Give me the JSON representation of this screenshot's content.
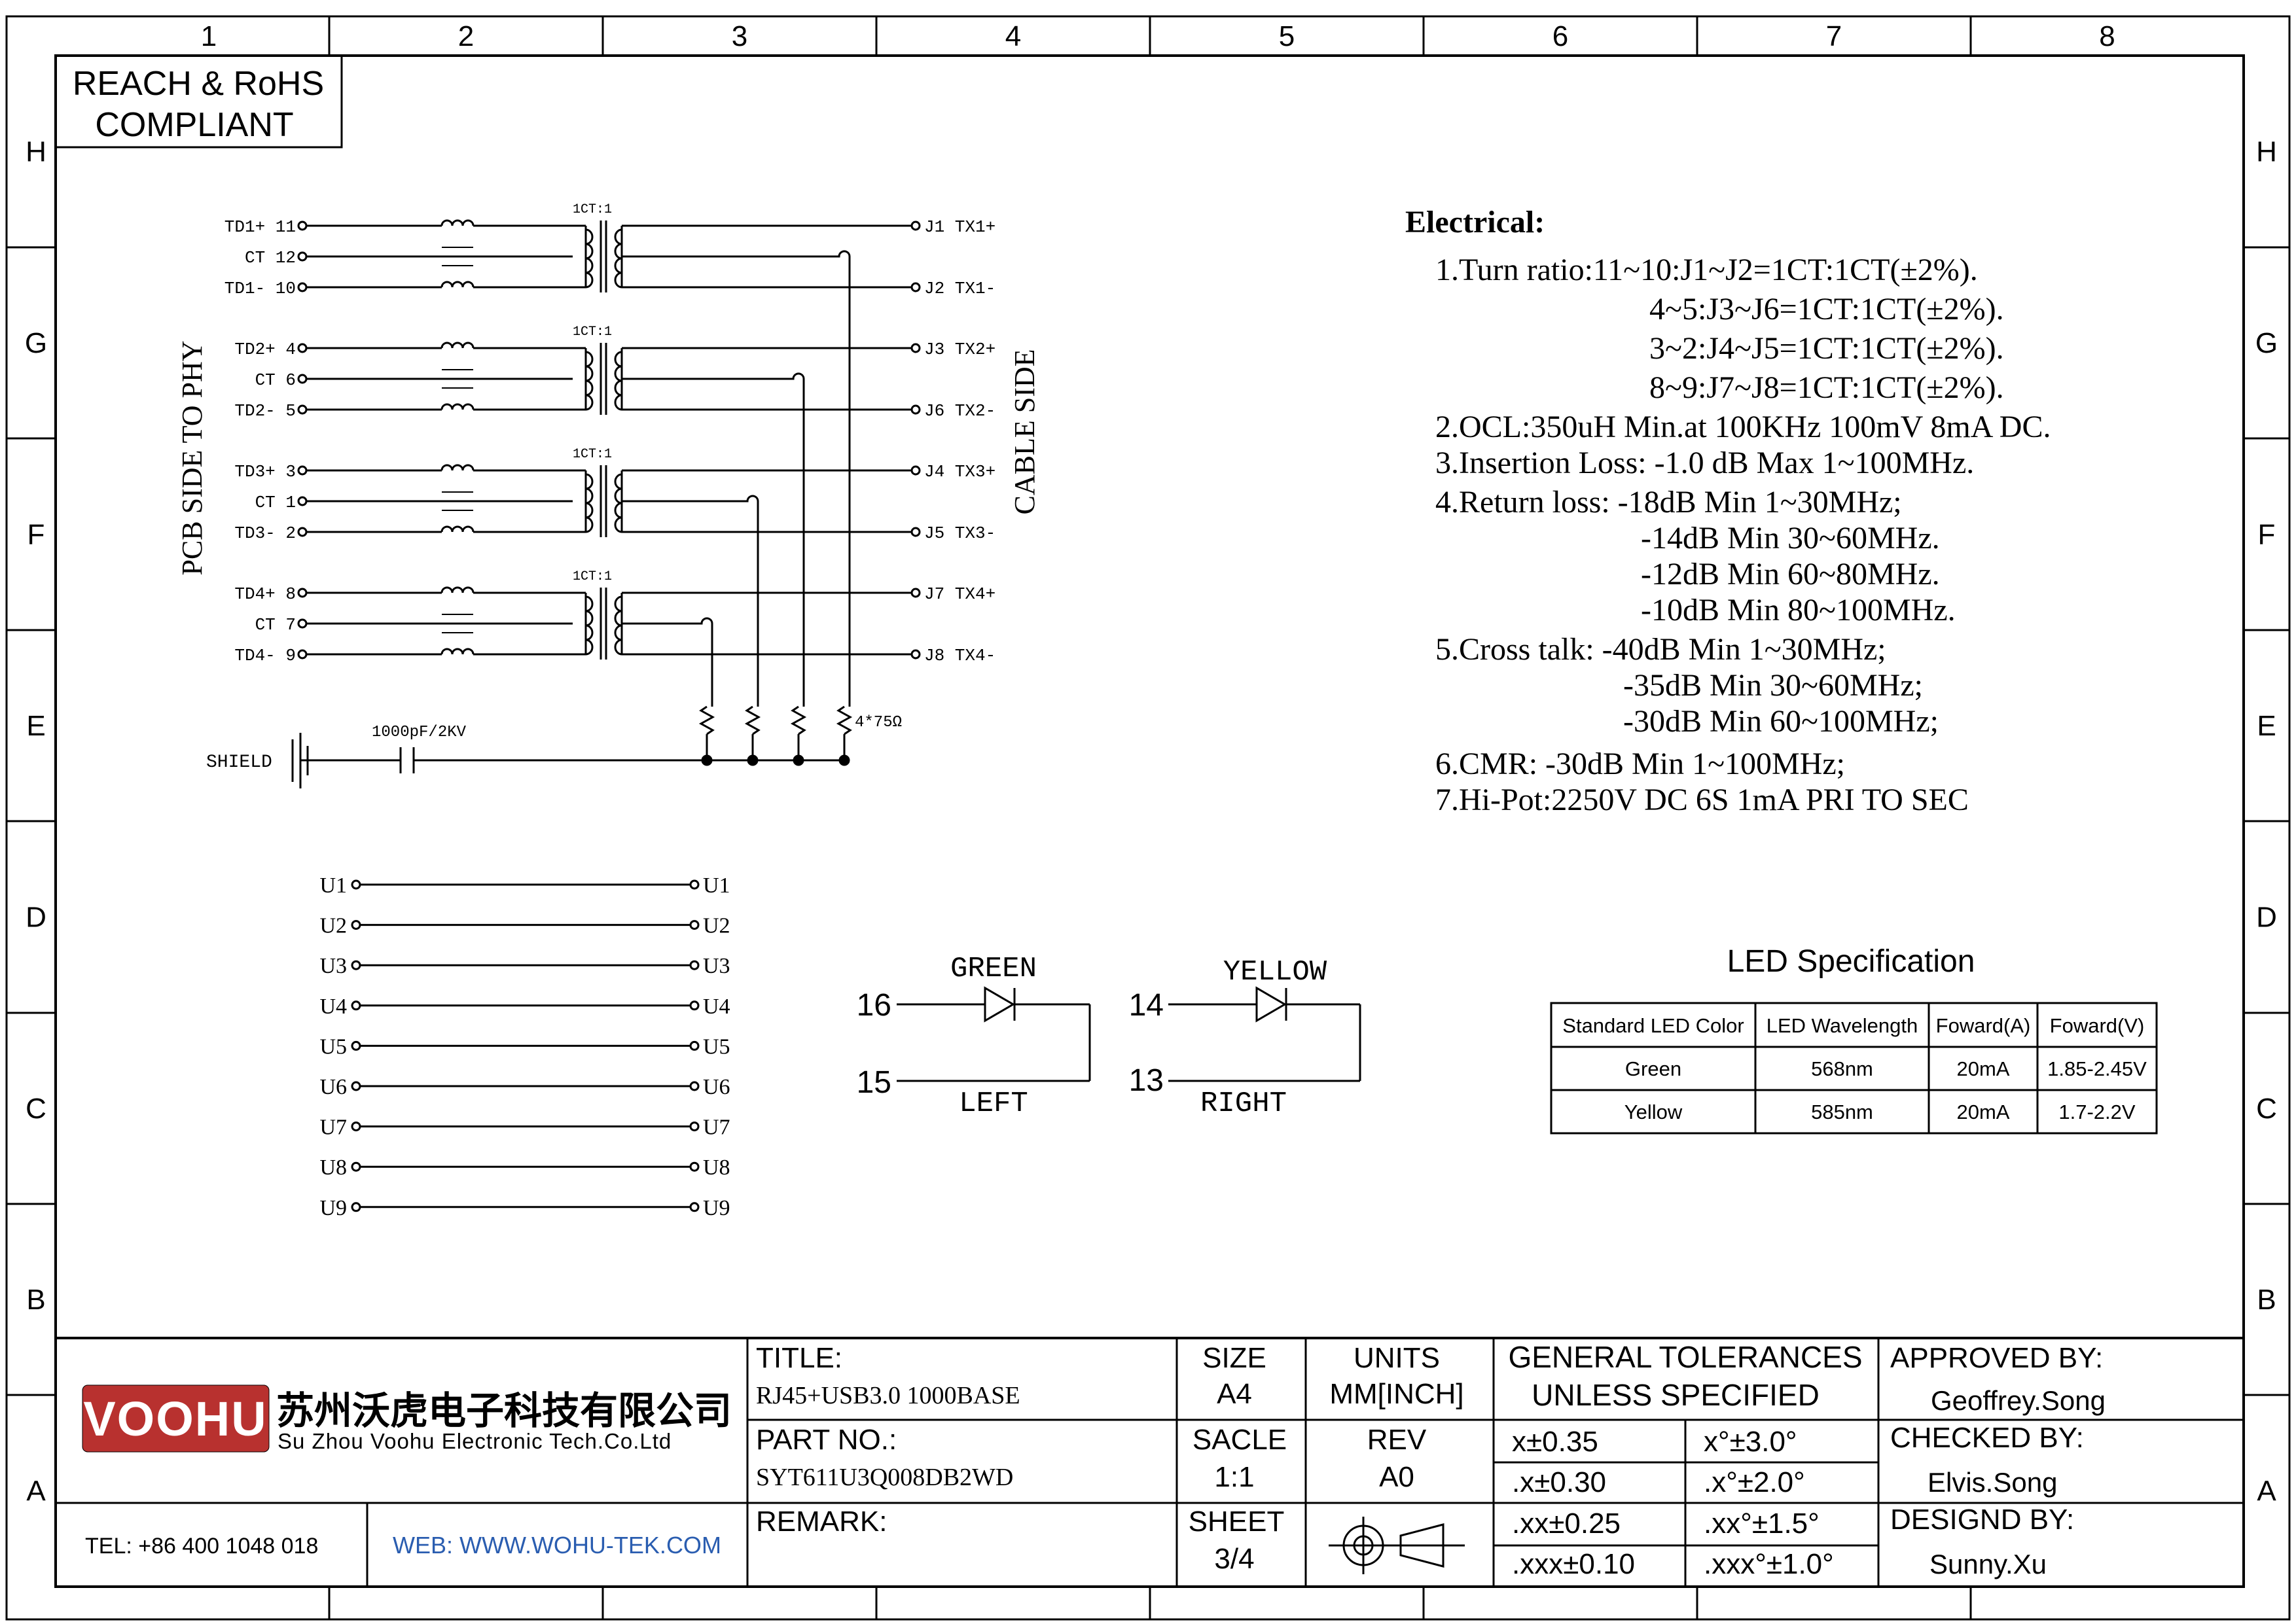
{
  "border": {
    "columns": [
      "1",
      "2",
      "3",
      "4",
      "5",
      "6",
      "7",
      "8"
    ],
    "rows": [
      "H",
      "G",
      "F",
      "E",
      "D",
      "C",
      "B",
      "A"
    ]
  },
  "compliance": {
    "line1": "REACH & RoHS",
    "line2": "COMPLIANT"
  },
  "schematic": {
    "left_side_label": "PCB SIDE TO PHY",
    "right_side_label": "CABLE SIDE",
    "channels": [
      {
        "ratio": "1CT:1",
        "pins": [
          "TD1+ 11",
          "CT  12",
          "TD1- 10"
        ],
        "out": [
          "J1  TX1+",
          "J2  TX1-"
        ]
      },
      {
        "ratio": "1CT:1",
        "pins": [
          "TD2+ 4",
          "CT  6",
          "TD2- 5"
        ],
        "out": [
          "J3  TX2+",
          "J6  TX2-"
        ]
      },
      {
        "ratio": "1CT:1",
        "pins": [
          "TD3+ 3",
          "CT  1",
          "TD3- 2"
        ],
        "out": [
          "J4  TX3+",
          "J5  TX3-"
        ]
      },
      {
        "ratio": "1CT:1",
        "pins": [
          "TD4+ 8",
          "CT  7",
          "TD4- 9"
        ],
        "out": [
          "J7  TX4+",
          "J8  TX4-"
        ]
      }
    ],
    "resistor_label": "4*75Ω",
    "shield_label": "SHIELD",
    "cap_label": "1000pF/2KV",
    "usb_pins": [
      "U1",
      "U2",
      "U3",
      "U4",
      "U5",
      "U6",
      "U7",
      "U8",
      "U9"
    ]
  },
  "leds": {
    "left": {
      "color": "GREEN",
      "pin_a": "16",
      "pin_b": "15",
      "position": "LEFT"
    },
    "right": {
      "color": "YELLOW",
      "pin_a": "14",
      "pin_b": "13",
      "position": "RIGHT"
    }
  },
  "electrical": {
    "heading": "Electrical:",
    "lines": [
      "1.Turn ratio:11~10:J1~J2=1CT:1CT(±2%).",
      "4~5:J3~J6=1CT:1CT(±2%).",
      "3~2:J4~J5=1CT:1CT(±2%).",
      "8~9:J7~J8=1CT:1CT(±2%).",
      "2.OCL:350uH Min.at 100KHz 100mV 8mA DC.",
      "3.Insertion Loss: -1.0 dB Max 1~100MHz.",
      "4.Return loss: -18dB Min 1~30MHz;",
      "-14dB Min 30~60MHz.",
      "-12dB Min 60~80MHz.",
      "-10dB Min 80~100MHz.",
      "5.Cross talk: -40dB Min 1~30MHz;",
      "-35dB Min 30~60MHz;",
      "-30dB Min 60~100MHz;",
      "6.CMR: -30dB Min 1~100MHz;",
      "7.Hi-Pot:2250V DC 6S 1mA PRI TO SEC"
    ]
  },
  "led_spec": {
    "title": "LED Specification",
    "headers": [
      "Standard LED Color",
      "LED Wavelength",
      "Foward(A)",
      "Foward(V)"
    ],
    "rows": [
      [
        "Green",
        "568nm",
        "20mA",
        "1.85-2.45V"
      ],
      [
        "Yellow",
        "585nm",
        "20mA",
        "1.7-2.2V"
      ]
    ]
  },
  "title_block": {
    "logo_text": "VOOHU",
    "company_cn": "苏州沃虎电子科技有限公司",
    "company_en": "Su Zhou Voohu Electronic Tech.Co.Ltd",
    "tel": "TEL: +86 400 1048 018",
    "web": "WEB: WWW.WOHU-TEK.COM",
    "title_label": "TITLE:",
    "title_value": "RJ45+USB3.0 1000BASE",
    "part_label": "PART NO.:",
    "part_value": "SYT611U3Q008DB2WD",
    "remark_label": "REMARK:",
    "size_label": "SIZE",
    "size_value": "A4",
    "units_label": "UNITS",
    "units_value": "MM[INCH]",
    "scale_label": "SACLE",
    "scale_value": "1:1",
    "rev_label": "REV",
    "rev_value": "A0",
    "sheet_label": "SHEET",
    "sheet_value": "3/4",
    "tol_line1": "GENERAL TOLERANCES",
    "tol_line2": "UNLESS SPECIFIED",
    "tolerances": [
      [
        "x±0.35",
        "x°±3.0°"
      ],
      [
        ".x±0.30",
        ".x°±2.0°"
      ],
      [
        ".xx±0.25",
        ".xx°±1.5°"
      ],
      [
        ".xxx±0.10",
        ".xxx°±1.0°"
      ]
    ],
    "approved_label": "APPROVED BY:",
    "approved_value": "Geoffrey.Song",
    "checked_label": "CHECKED BY:",
    "checked_value": "Elvis.Song",
    "designed_label": "DESIGND BY:",
    "designed_value": "Sunny.Xu"
  },
  "colors": {
    "logo_red": "#b8312f",
    "web_blue": "#2a5db0"
  }
}
